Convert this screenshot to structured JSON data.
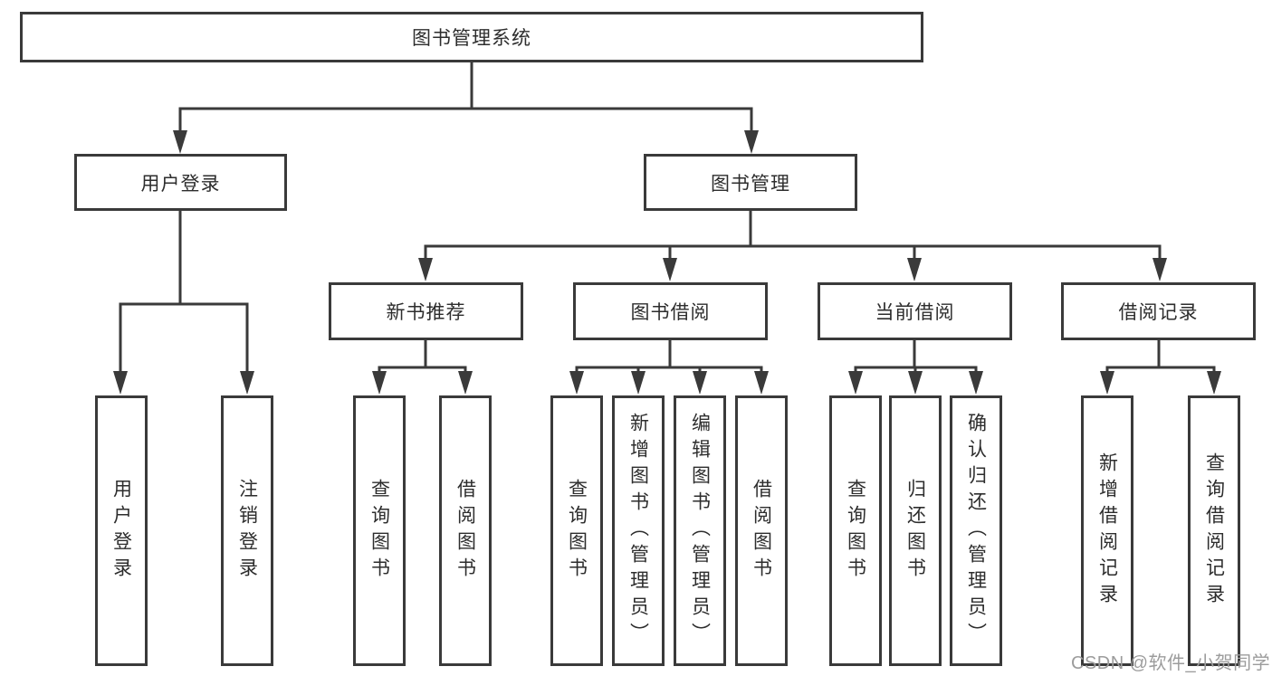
{
  "diagram": {
    "root": {
      "label": "图书管理系统"
    },
    "branches": [
      {
        "label": "用户登录",
        "children": [
          {
            "label": "用户登录"
          },
          {
            "label": "注销登录"
          }
        ]
      },
      {
        "label": "图书管理",
        "children": [
          {
            "label": "新书推荐",
            "children": [
              {
                "label": "查询图书"
              },
              {
                "label": "借阅图书"
              }
            ]
          },
          {
            "label": "图书借阅",
            "children": [
              {
                "label": "查询图书"
              },
              {
                "label": "新增图书（管理员）"
              },
              {
                "label": "编辑图书（管理员）"
              },
              {
                "label": "借阅图书"
              }
            ]
          },
          {
            "label": "当前借阅",
            "children": [
              {
                "label": "查询图书"
              },
              {
                "label": "归还图书"
              },
              {
                "label": "确认归还（管理员）"
              }
            ]
          },
          {
            "label": "借阅记录",
            "children": [
              {
                "label": "新增借阅记录"
              },
              {
                "label": "查询借阅记录"
              }
            ]
          }
        ]
      }
    ]
  },
  "watermark": {
    "text": "CSDN @软件_小贺同学"
  },
  "colors": {
    "line": "#3a3a3a",
    "text": "#2d2d2d",
    "watermark": "#9c9c9c",
    "background": "#ffffff"
  }
}
